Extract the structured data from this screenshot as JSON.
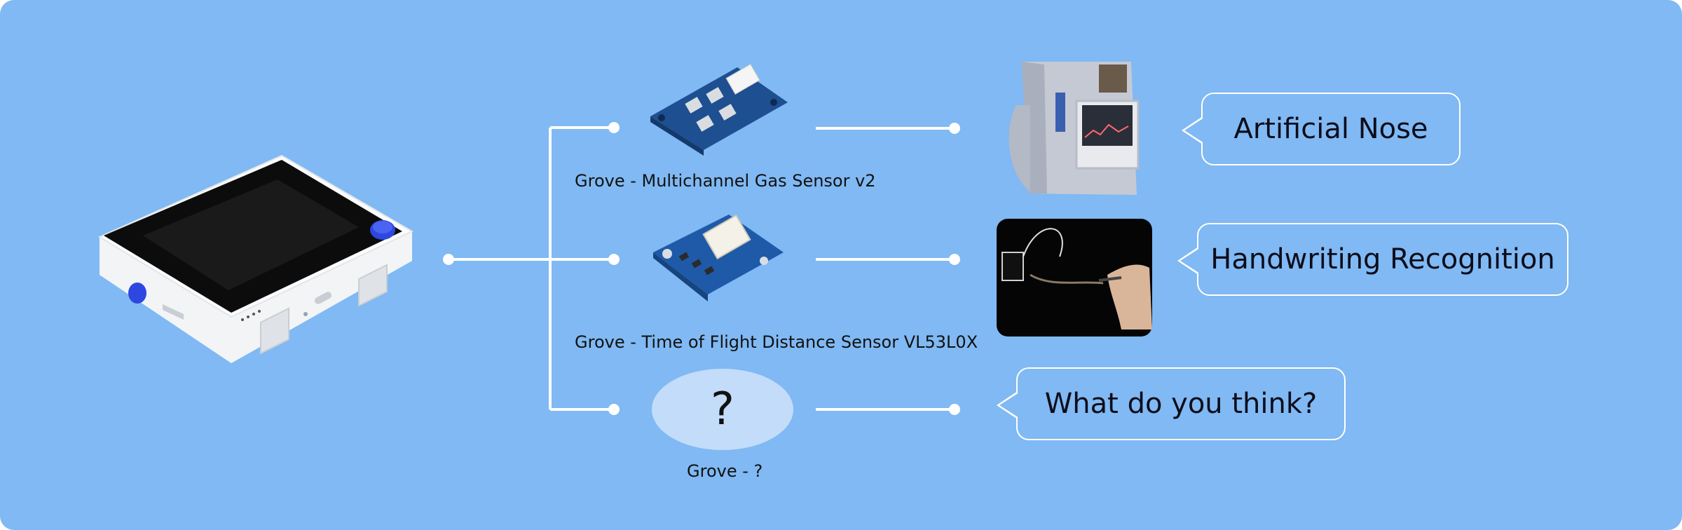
{
  "sensors": [
    {
      "label": "Grove - Multichannel Gas Sensor v2",
      "application": "Artificial Nose"
    },
    {
      "label": "Grove - Time of Flight Distance Sensor VL53L0X",
      "application": "Handwriting Recognition"
    },
    {
      "label": "Grove - ?",
      "application": "What do you think?"
    }
  ],
  "unknown_symbol": "?",
  "colors": {
    "background": "#80b9f3",
    "line": "#ffffff",
    "device_body": "#f2f4f6",
    "device_screen": "#0c0c0c",
    "device_button": "#2d47e0",
    "pcb": "#1d4f91",
    "unknown_bubble": "#c3dcfa"
  }
}
